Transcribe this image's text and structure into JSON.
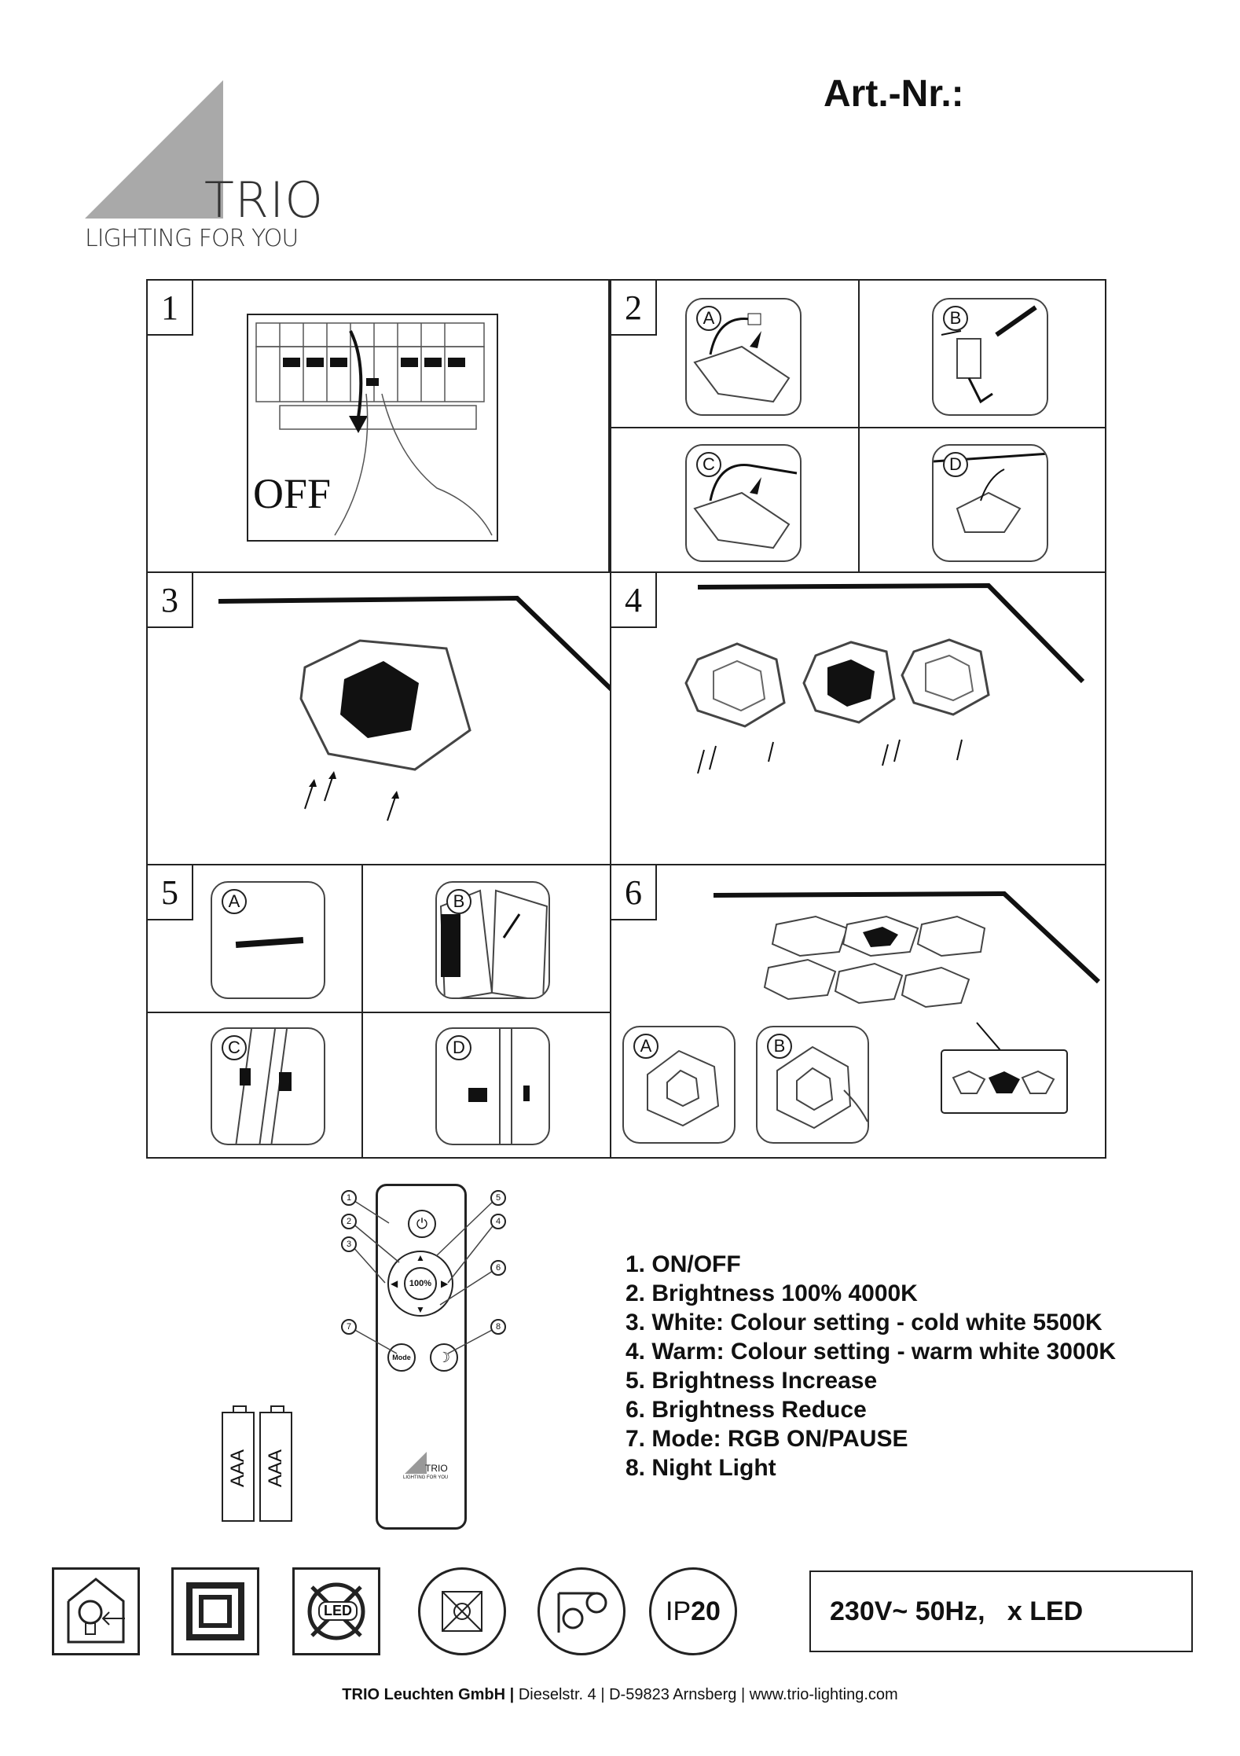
{
  "header": {
    "brand_name": "TRIO",
    "brand_tagline": "LIGHTING FOR YOU",
    "art_nr_label": "Art.-Nr.:"
  },
  "steps": {
    "s1": {
      "number": "1",
      "off_label": "OFF"
    },
    "s2": {
      "number": "2",
      "sub": [
        "A",
        "B",
        "C",
        "D"
      ]
    },
    "s3": {
      "number": "3"
    },
    "s4": {
      "number": "4"
    },
    "s5": {
      "number": "5",
      "sub": [
        "A",
        "B",
        "C",
        "D"
      ]
    },
    "s6": {
      "number": "6",
      "sub": [
        "A",
        "B"
      ]
    }
  },
  "remote": {
    "center_label": "100%",
    "mode_label": "Mode",
    "brand": "TRIO",
    "brand_tagline": "LIGHTING FOR YOU",
    "battery_label": "AAA",
    "callouts": [
      "1",
      "2",
      "3",
      "4",
      "5",
      "6",
      "7",
      "8"
    ]
  },
  "legend": [
    "1. ON/OFF",
    "2. Brightness 100% 4000K",
    "3. White: Colour setting - cold white 5500K",
    "4. Warm: Colour setting - warm white 3000K",
    "5. Brightness Increase",
    "6. Brightness Reduce",
    "7. Mode: RGB ON/PAUSE",
    "8. Night Light"
  ],
  "symbols": {
    "led_label": "LED",
    "ip_label": "IP",
    "ip_value": "20",
    "icons": [
      "indoor-bulb-icon",
      "class-ii-icon",
      "no-led-replace-icon",
      "no-cover-icon",
      "min-distance-icon",
      "ip20-icon"
    ]
  },
  "specs": {
    "voltage_text": "230V~ 50Hz,   x LED"
  },
  "footer": {
    "company": "TRIO Leuchten GmbH",
    "separator": "|",
    "street": "Dieselstr. 4",
    "city": "D-59823 Arnsberg",
    "website": "www.trio-lighting.com"
  }
}
